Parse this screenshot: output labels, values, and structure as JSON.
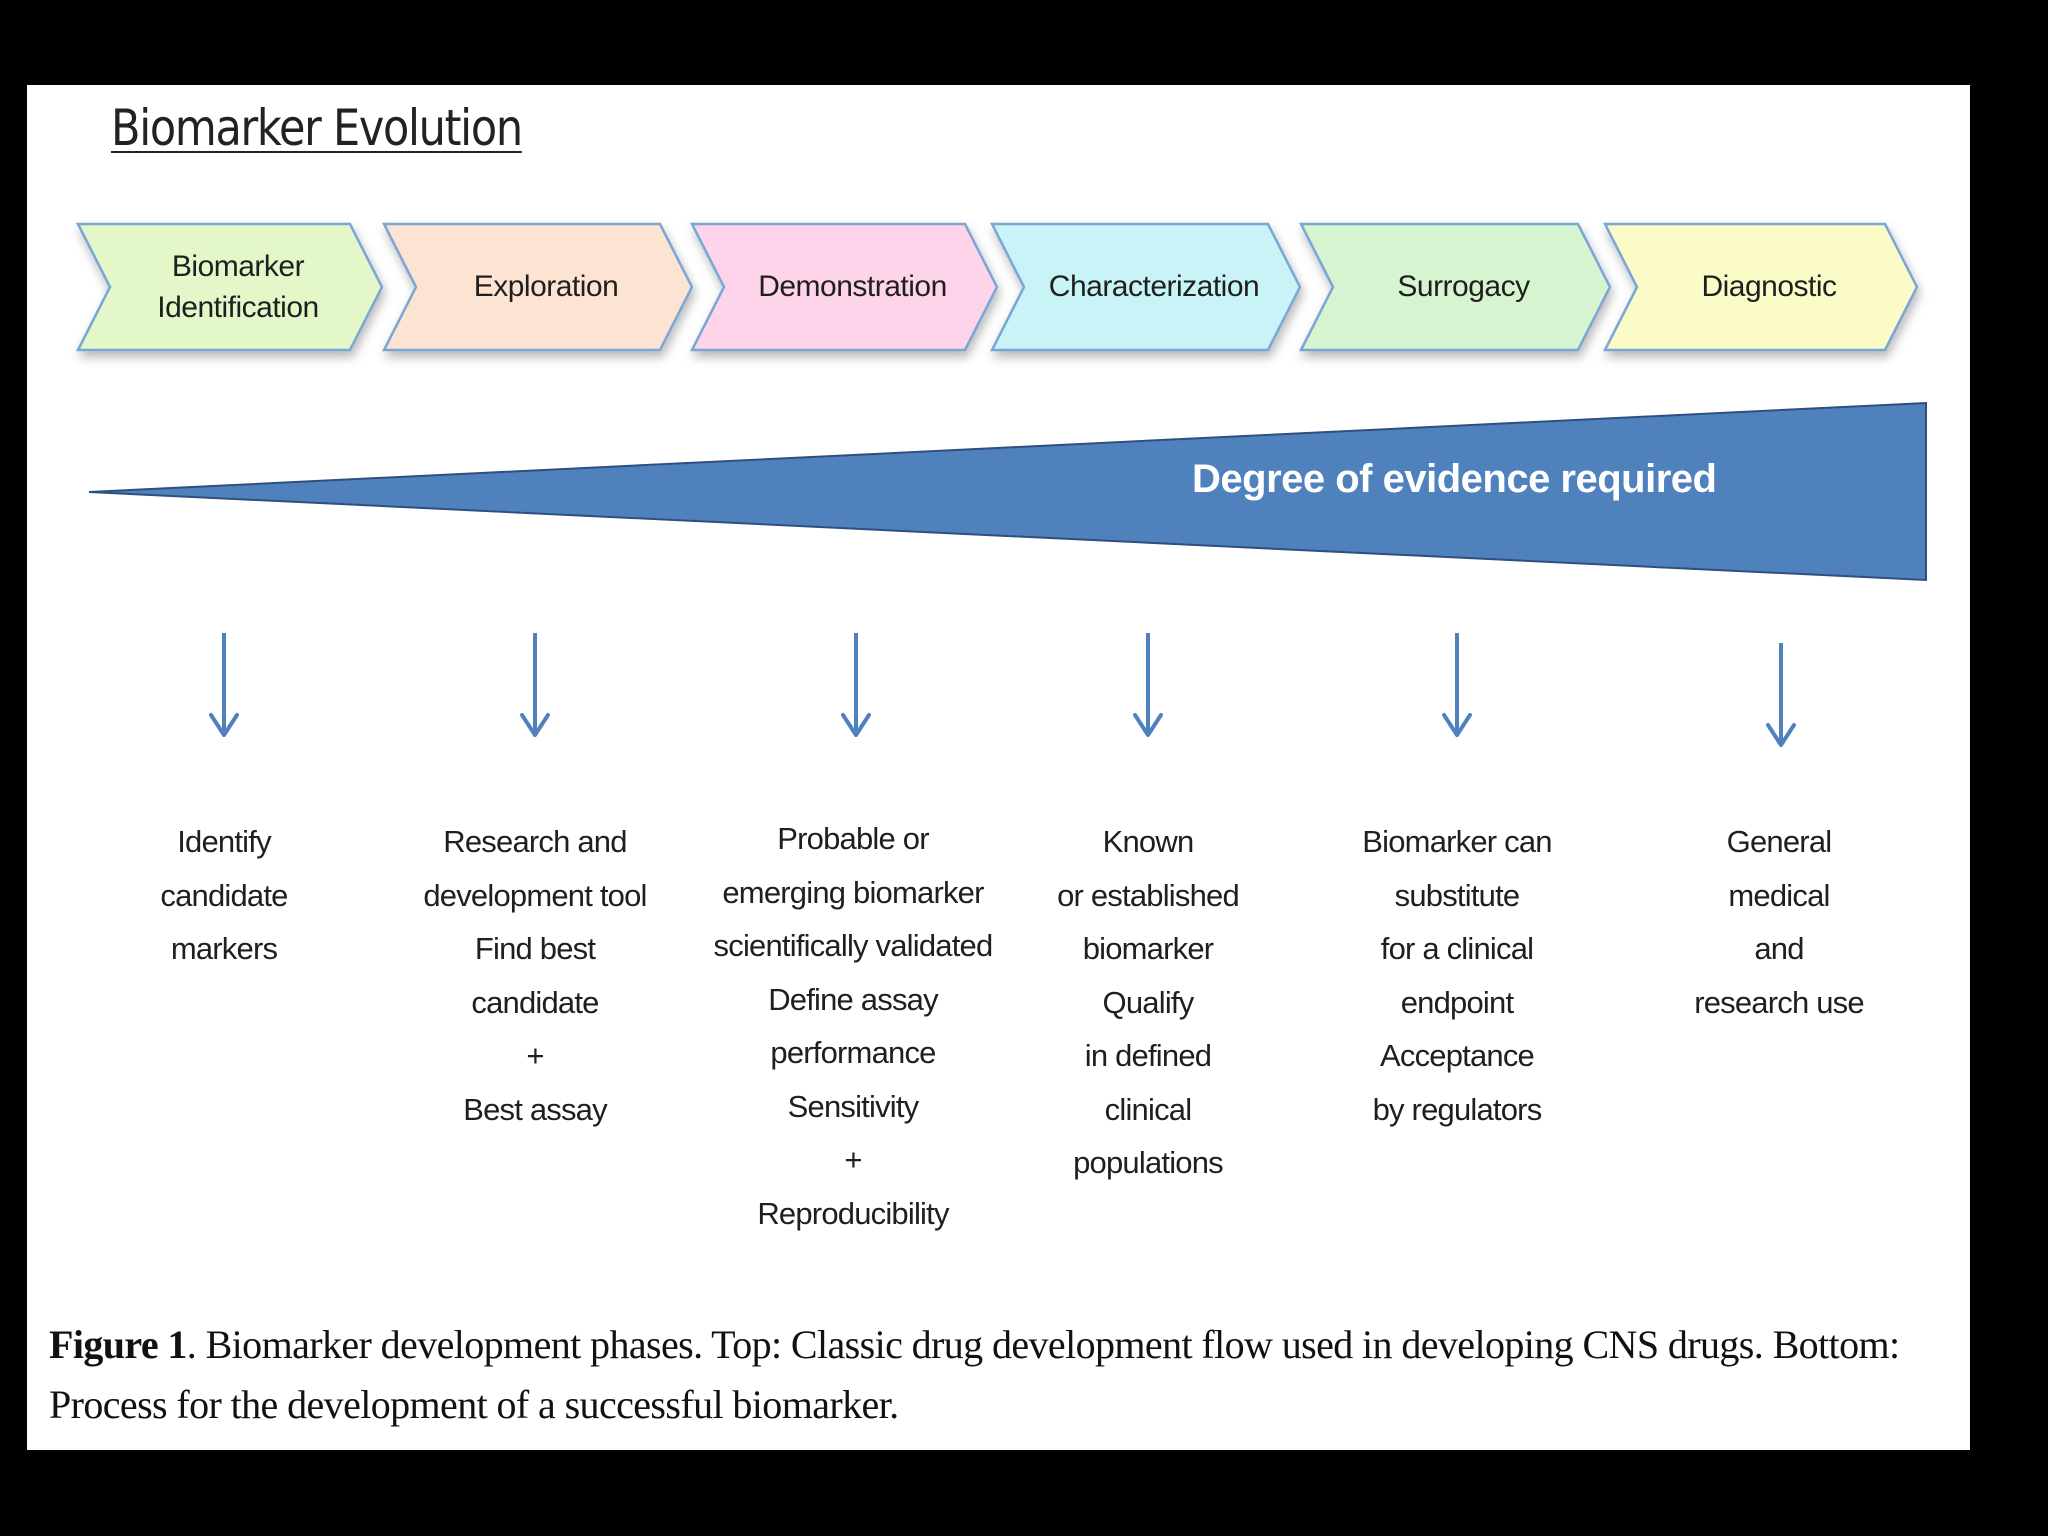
{
  "title": "Biomarker Evolution",
  "phases": [
    {
      "label": "Biomarker Identification",
      "lines": [
        "Biomarker",
        "Identification"
      ],
      "fill": "#e3f7c8",
      "icon": "chevron-arrow"
    },
    {
      "label": "Exploration",
      "lines": [
        "Exploration"
      ],
      "fill": "#fde3d2",
      "icon": "chevron-arrow"
    },
    {
      "label": "Demonstration",
      "lines": [
        "Demonstration"
      ],
      "fill": "#fdd4ea",
      "icon": "chevron-arrow"
    },
    {
      "label": "Characterization",
      "lines": [
        "Characterization"
      ],
      "fill": "#c8f4f7",
      "icon": "chevron-arrow"
    },
    {
      "label": "Surrogacy",
      "lines": [
        "Surrogacy"
      ],
      "fill": "#d6f4d0",
      "icon": "chevron-arrow"
    },
    {
      "label": "Diagnostic",
      "lines": [
        "Diagnostic"
      ],
      "fill": "#fbfbc8",
      "icon": "chevron-arrow"
    }
  ],
  "evidence_wedge": {
    "label": "Degree of evidence required",
    "fill": "#4f81bd",
    "stroke": "#2f4f7f"
  },
  "arrow_color": "#4f81bd",
  "phase_stroke": "#7aa6d6",
  "descriptions": [
    [
      "Identify",
      "candidate",
      "markers"
    ],
    [
      "Research and",
      "development tool",
      "Find best",
      "candidate",
      "+",
      "Best assay"
    ],
    [
      "Probable or",
      "emerging biomarker",
      "scientifically validated",
      "Define assay",
      "performance",
      "Sensitivity",
      "+",
      "Reproducibility"
    ],
    [
      "Known",
      "or established",
      "biomarker",
      "Qualify",
      "in defined",
      "clinical",
      "populations"
    ],
    [
      "Biomarker can",
      "substitute",
      "for a clinical",
      "endpoint",
      "Acceptance",
      "by regulators"
    ],
    [
      "General",
      "medical",
      "and",
      "research use"
    ]
  ],
  "caption": {
    "label": "Figure 1",
    "text": ". Biomarker development phases. Top: Classic drug development flow used in developing CNS drugs. Bottom: Process for the development of a successful biomarker."
  }
}
